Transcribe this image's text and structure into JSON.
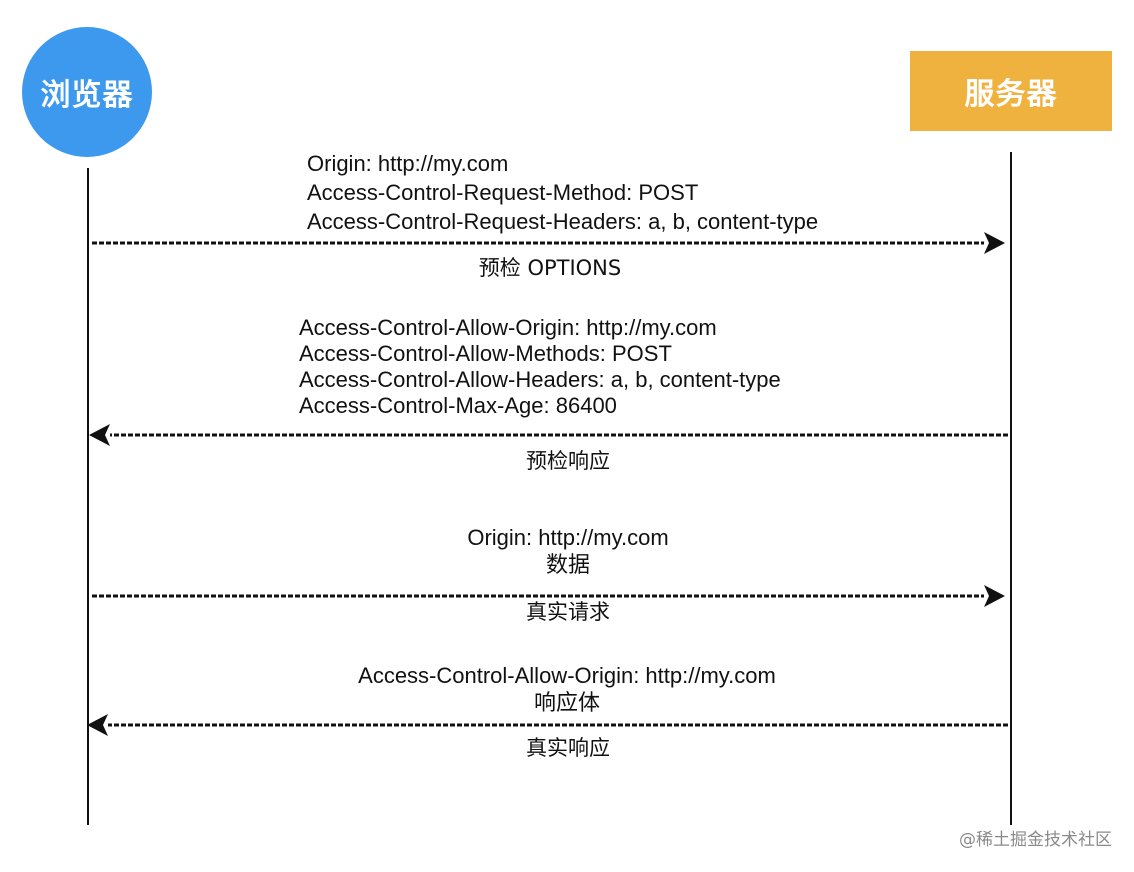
{
  "participants": {
    "browser": "浏览器",
    "server": "服务器"
  },
  "messages": [
    {
      "direction": "browser-to-server",
      "lines": [
        "Origin: http://my.com",
        "Access-Control-Request-Method: POST",
        "Access-Control-Request-Headers: a, b, content-type"
      ],
      "label": "预检 OPTIONS"
    },
    {
      "direction": "server-to-browser",
      "lines": [
        "Access-Control-Allow-Origin: http://my.com",
        "Access-Control-Allow-Methods: POST",
        "Access-Control-Allow-Headers: a, b, content-type",
        "Access-Control-Max-Age: 86400"
      ],
      "label": "预检响应"
    },
    {
      "direction": "browser-to-server",
      "lines": [
        "Origin: http://my.com",
        "数据"
      ],
      "label": "真实请求"
    },
    {
      "direction": "server-to-browser",
      "lines": [
        "Access-Control-Allow-Origin: http://my.com",
        "响应体"
      ],
      "label": "真实响应"
    }
  ],
  "watermark": "@稀土掘金技术社区",
  "colors": {
    "browser": "#3d99ee",
    "server": "#f0b23e"
  }
}
